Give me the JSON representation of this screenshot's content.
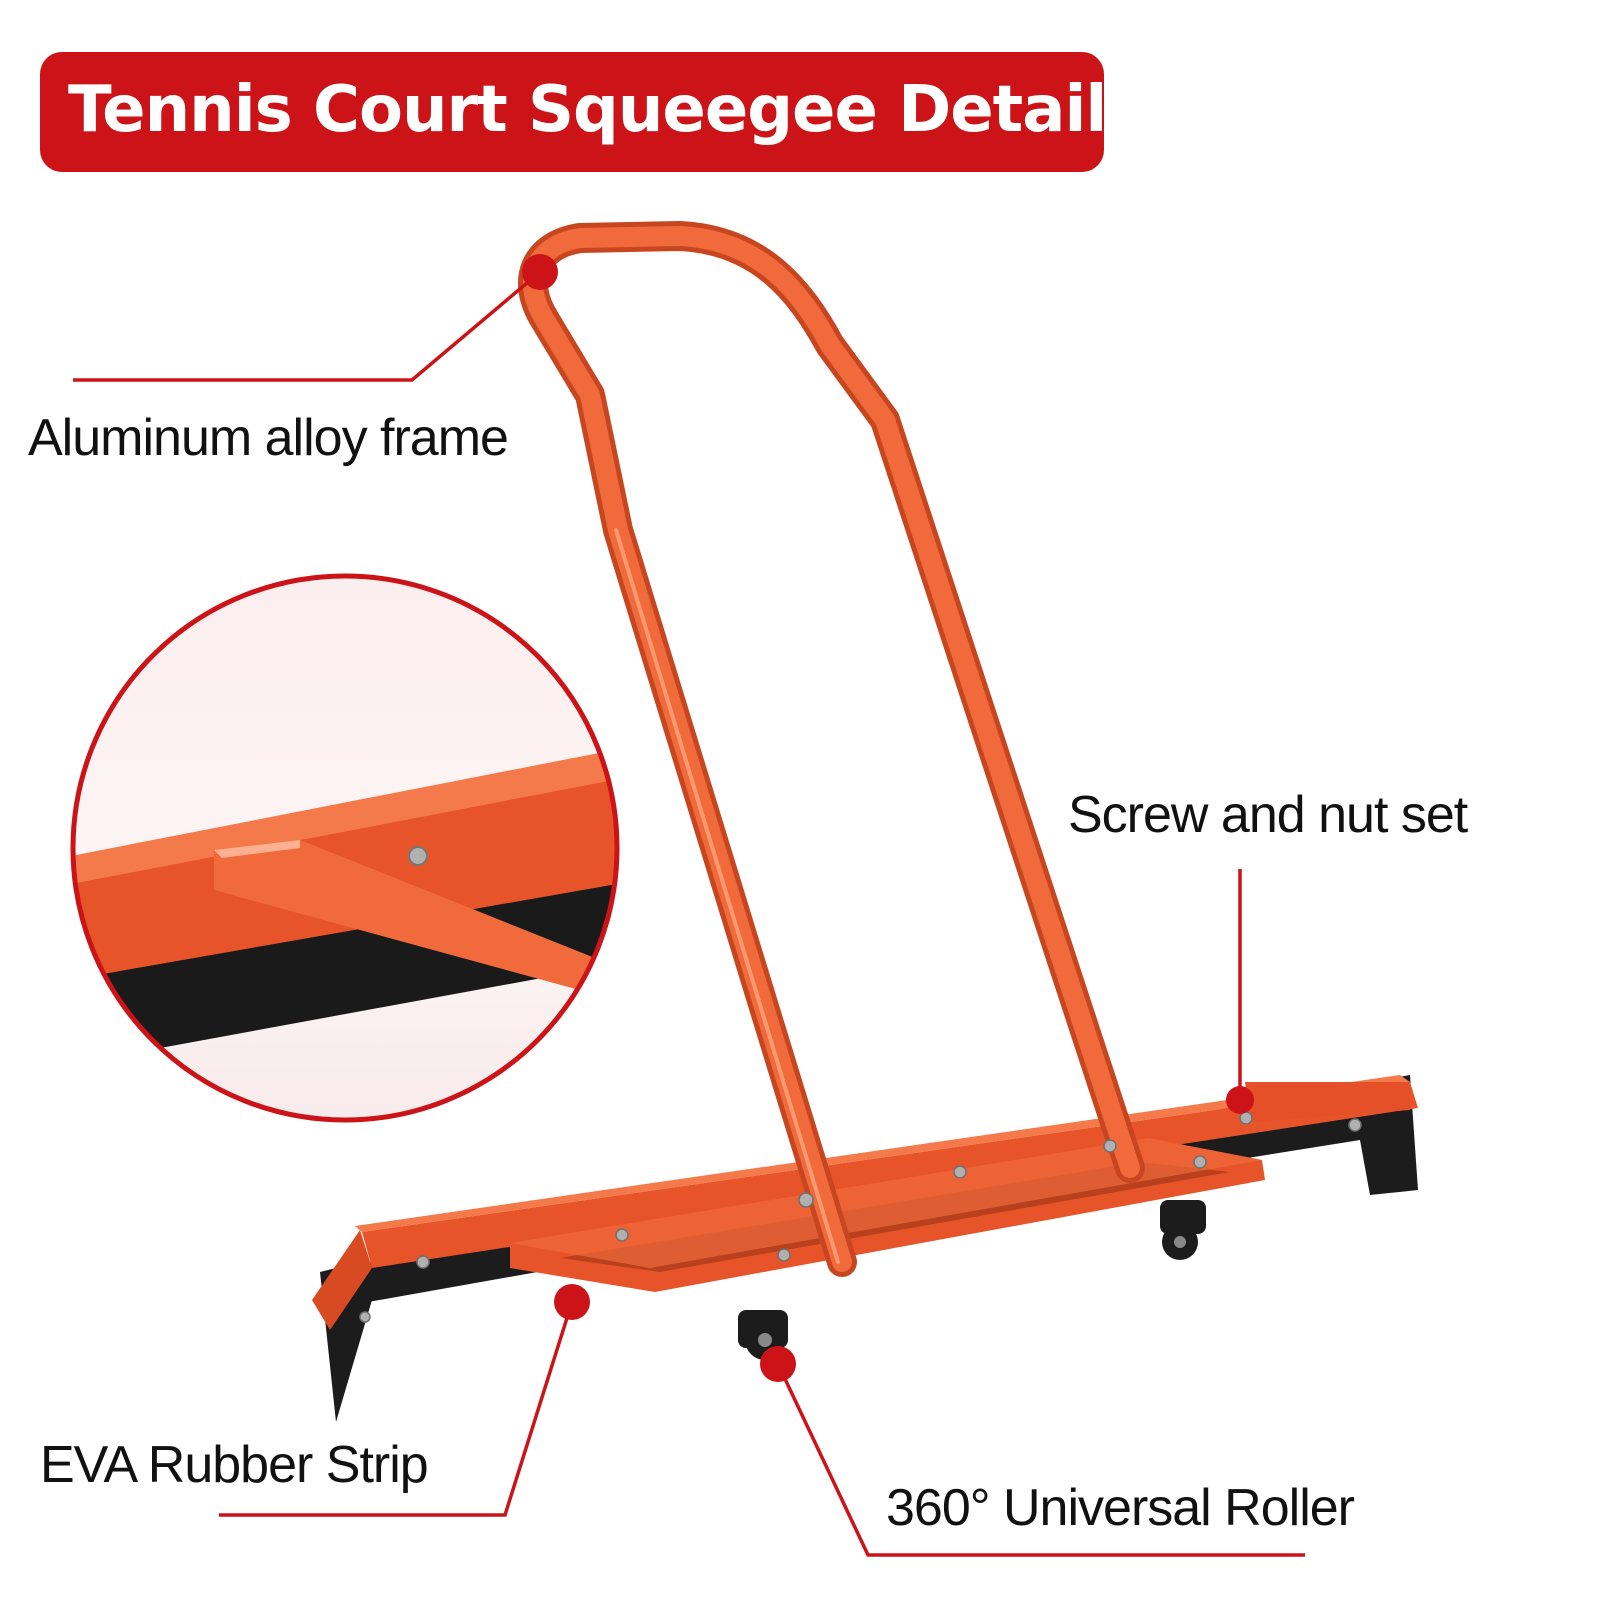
{
  "title": "Tennis Court Squeegee Detail",
  "colors": {
    "accent": "#cc1418",
    "frame": "#e8542a",
    "rubber": "#1a1a1a"
  },
  "callouts": {
    "frame": "Aluminum alloy frame",
    "screw": "Screw and nut set",
    "rubber": "EVA Rubber Strip",
    "roller": "360° Universal Roller"
  }
}
